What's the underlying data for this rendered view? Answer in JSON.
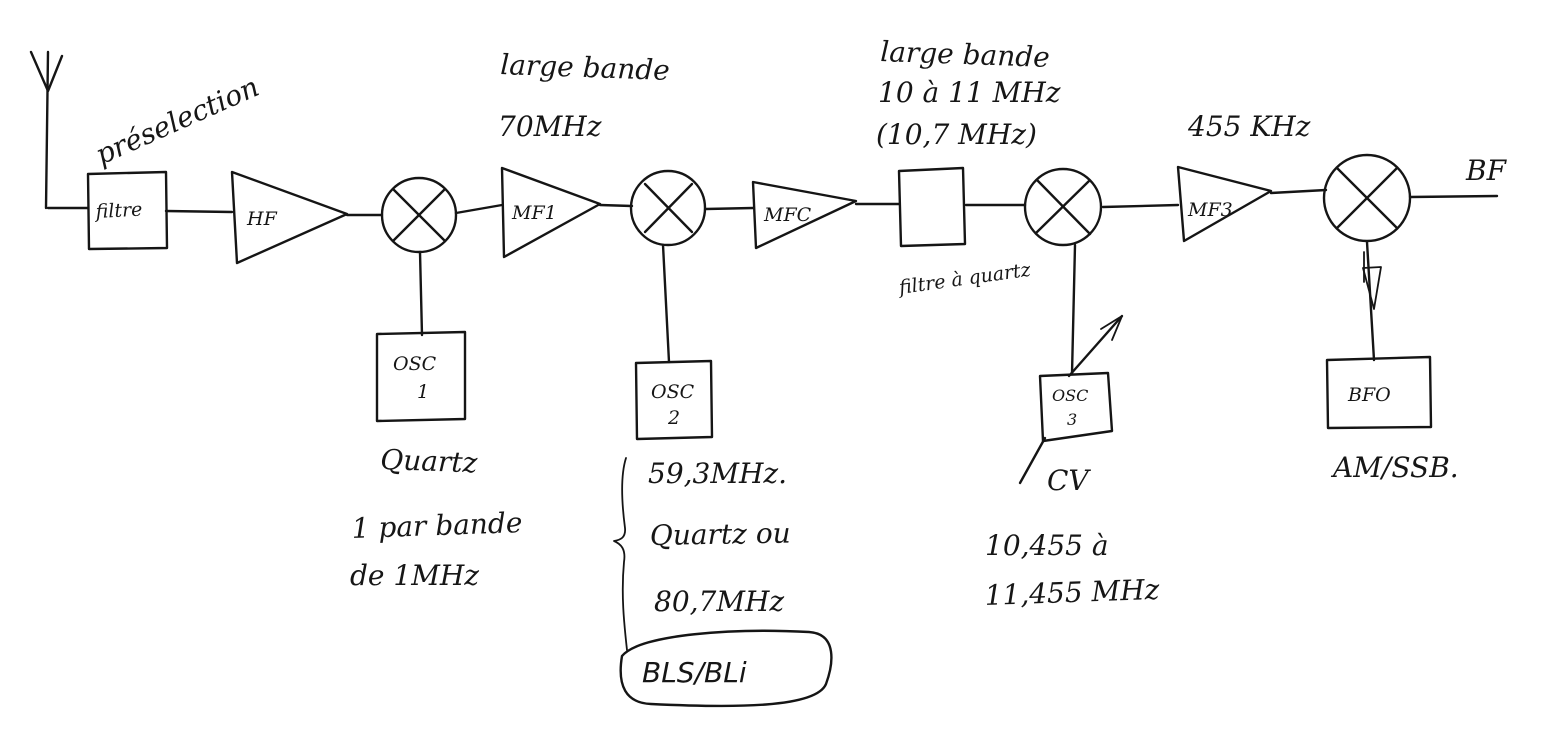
{
  "labels": {
    "preselection": "préselection",
    "filter": "filtre",
    "hf": "HF",
    "mf1": "MF1",
    "mfc": "MFC",
    "crystal_filter": "filtre à quartz",
    "mf3": "MF3",
    "output": "BF",
    "wide_band_1": "large bande",
    "freq_70": "70MHz",
    "wide_band_2": "large bande",
    "range_10_11": "10 à 11 MHz",
    "freq_10_7": "(10,7 MHz)",
    "freq_455": "455 KHz",
    "osc1_line1": "OSC",
    "osc1_line2": "1",
    "osc2_line1": "OSC",
    "osc2_line2": "2",
    "osc3_line1": "OSC",
    "osc3_line2": "3",
    "bfo": "BFO",
    "quartz_1": "Quartz",
    "one_per_band": "1 par bande",
    "of_1mhz": "de 1MHz",
    "freq_59_3": "59,3MHz.",
    "quartz_or": "Quartz ou",
    "freq_80_7": "80,7MHz",
    "bls_bli": "BLS/BLi",
    "cv": "CV",
    "range_10_455": "10,455 à",
    "range_11_455": "11,455 MHz",
    "am_ssb": "AM/SSB."
  }
}
